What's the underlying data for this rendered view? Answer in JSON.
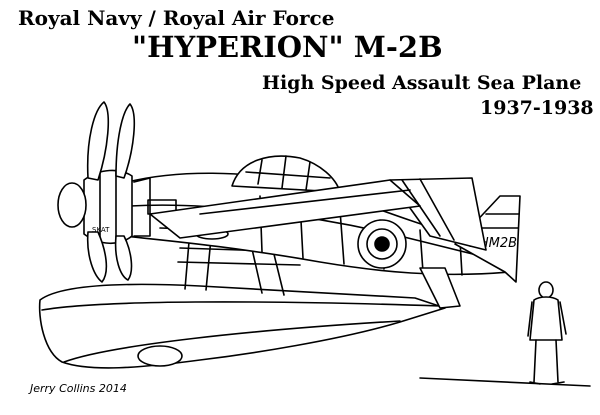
{
  "title_lines": {
    "line1": "Royal Navy / Royal Air Force",
    "line2": "\"HYPERION\" M-2B",
    "line3": "High Speed Assault Sea Plane",
    "line4": "1937-1938"
  },
  "aircraft": {
    "tail_code": "XHM2B",
    "nose_marking": "SKAT"
  },
  "signature": "Jerry Collins 2014",
  "colors": {
    "ink": "#000000",
    "paper": "#ffffff"
  }
}
